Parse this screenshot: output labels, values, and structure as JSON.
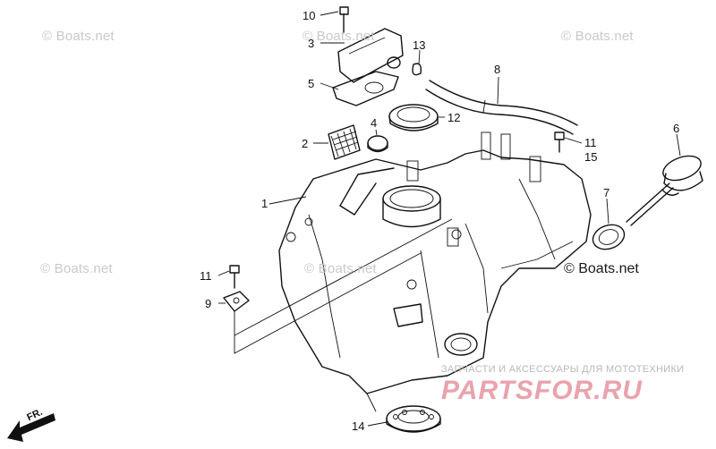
{
  "watermarks": [
    "© Boats.net",
    "© Boats.net",
    "© Boats.net",
    "© Boats.net",
    "© Boats.net"
  ],
  "main_watermark": "© Boats.net",
  "shop": {
    "subtitle": "ЗАПЧАСТИ И АКСЕССУАРЫ ДЛЯ МОТОТЕХНИКИ",
    "logo": "PARTSFOR.RU"
  },
  "direction_label": "FR.",
  "callouts": [
    "10",
    "3",
    "5",
    "13",
    "8",
    "4",
    "12",
    "2",
    "11",
    "15",
    "6",
    "7",
    "1",
    "11",
    "9",
    "14"
  ]
}
